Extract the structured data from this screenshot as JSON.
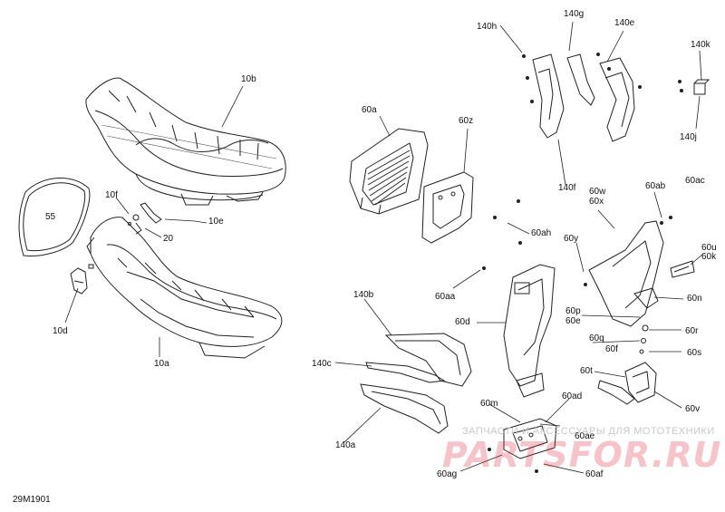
{
  "figure_ref": "29M1901",
  "watermark": {
    "caption": "ЗАПЧАСТИ И АКСЕССУАРЫ ДЛЯ МОТОТЕХНИКИ",
    "brand": "PARTSFOR.RU"
  },
  "callouts": [
    {
      "id": "10b",
      "text": "10b"
    },
    {
      "id": "10f",
      "text": "10f"
    },
    {
      "id": "10e",
      "text": "10e"
    },
    {
      "id": "20",
      "text": "20"
    },
    {
      "id": "55",
      "text": "55"
    },
    {
      "id": "10d",
      "text": "10d"
    },
    {
      "id": "10a",
      "text": "10a"
    },
    {
      "id": "60a",
      "text": "60a"
    },
    {
      "id": "60z",
      "text": "60z"
    },
    {
      "id": "60ah",
      "text": "60ah"
    },
    {
      "id": "60aa",
      "text": "60aa"
    },
    {
      "id": "140h",
      "text": "140h"
    },
    {
      "id": "140g",
      "text": "140g"
    },
    {
      "id": "140e",
      "text": "140e"
    },
    {
      "id": "140k",
      "text": "140k"
    },
    {
      "id": "140j",
      "text": "140j"
    },
    {
      "id": "140f",
      "text": "140f"
    },
    {
      "id": "60w",
      "text": "60w"
    },
    {
      "id": "60x",
      "text": "60x"
    },
    {
      "id": "60ab",
      "text": "60ab"
    },
    {
      "id": "60ac",
      "text": "60ac"
    },
    {
      "id": "60y",
      "text": "60y"
    },
    {
      "id": "60u",
      "text": "60u"
    },
    {
      "id": "60k",
      "text": "60k"
    },
    {
      "id": "60n",
      "text": "60n"
    },
    {
      "id": "60r",
      "text": "60r"
    },
    {
      "id": "60p",
      "text": "60p"
    },
    {
      "id": "60e",
      "text": "60e"
    },
    {
      "id": "60q",
      "text": "60q"
    },
    {
      "id": "60f",
      "text": "60f"
    },
    {
      "id": "60s",
      "text": "60s"
    },
    {
      "id": "60t",
      "text": "60t"
    },
    {
      "id": "60v",
      "text": "60v"
    },
    {
      "id": "140b",
      "text": "140b"
    },
    {
      "id": "60d",
      "text": "60d"
    },
    {
      "id": "140c",
      "text": "140c"
    },
    {
      "id": "60m",
      "text": "60m"
    },
    {
      "id": "60ad",
      "text": "60ad"
    },
    {
      "id": "60ae",
      "text": "60ae"
    },
    {
      "id": "140a",
      "text": "140a"
    },
    {
      "id": "60ag",
      "text": "60ag"
    },
    {
      "id": "60af",
      "text": "60af"
    }
  ]
}
